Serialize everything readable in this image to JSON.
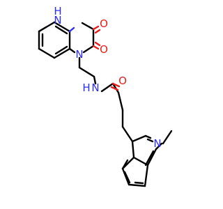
{
  "molecule": {
    "atoms": {
      "n_quinox_top": {
        "element": "N",
        "label": "N",
        "hydrogen": "H",
        "color": "#2e2ef0"
      },
      "n_quinox_bottom": {
        "element": "N",
        "label": "N",
        "color": "#2e2ef0"
      },
      "o_upper": {
        "element": "O",
        "label": "O",
        "color": "#e81e1e"
      },
      "o_lower": {
        "element": "O",
        "label": "O",
        "color": "#e81e1e"
      },
      "n_amide": {
        "element": "N",
        "label": "N",
        "hydrogen": "H",
        "color": "#2e2ef0"
      },
      "o_amide": {
        "element": "O",
        "label": "O",
        "color": "#e81e1e"
      },
      "n_indole": {
        "element": "N",
        "label": "N",
        "color": "#2e2ef0"
      }
    }
  }
}
